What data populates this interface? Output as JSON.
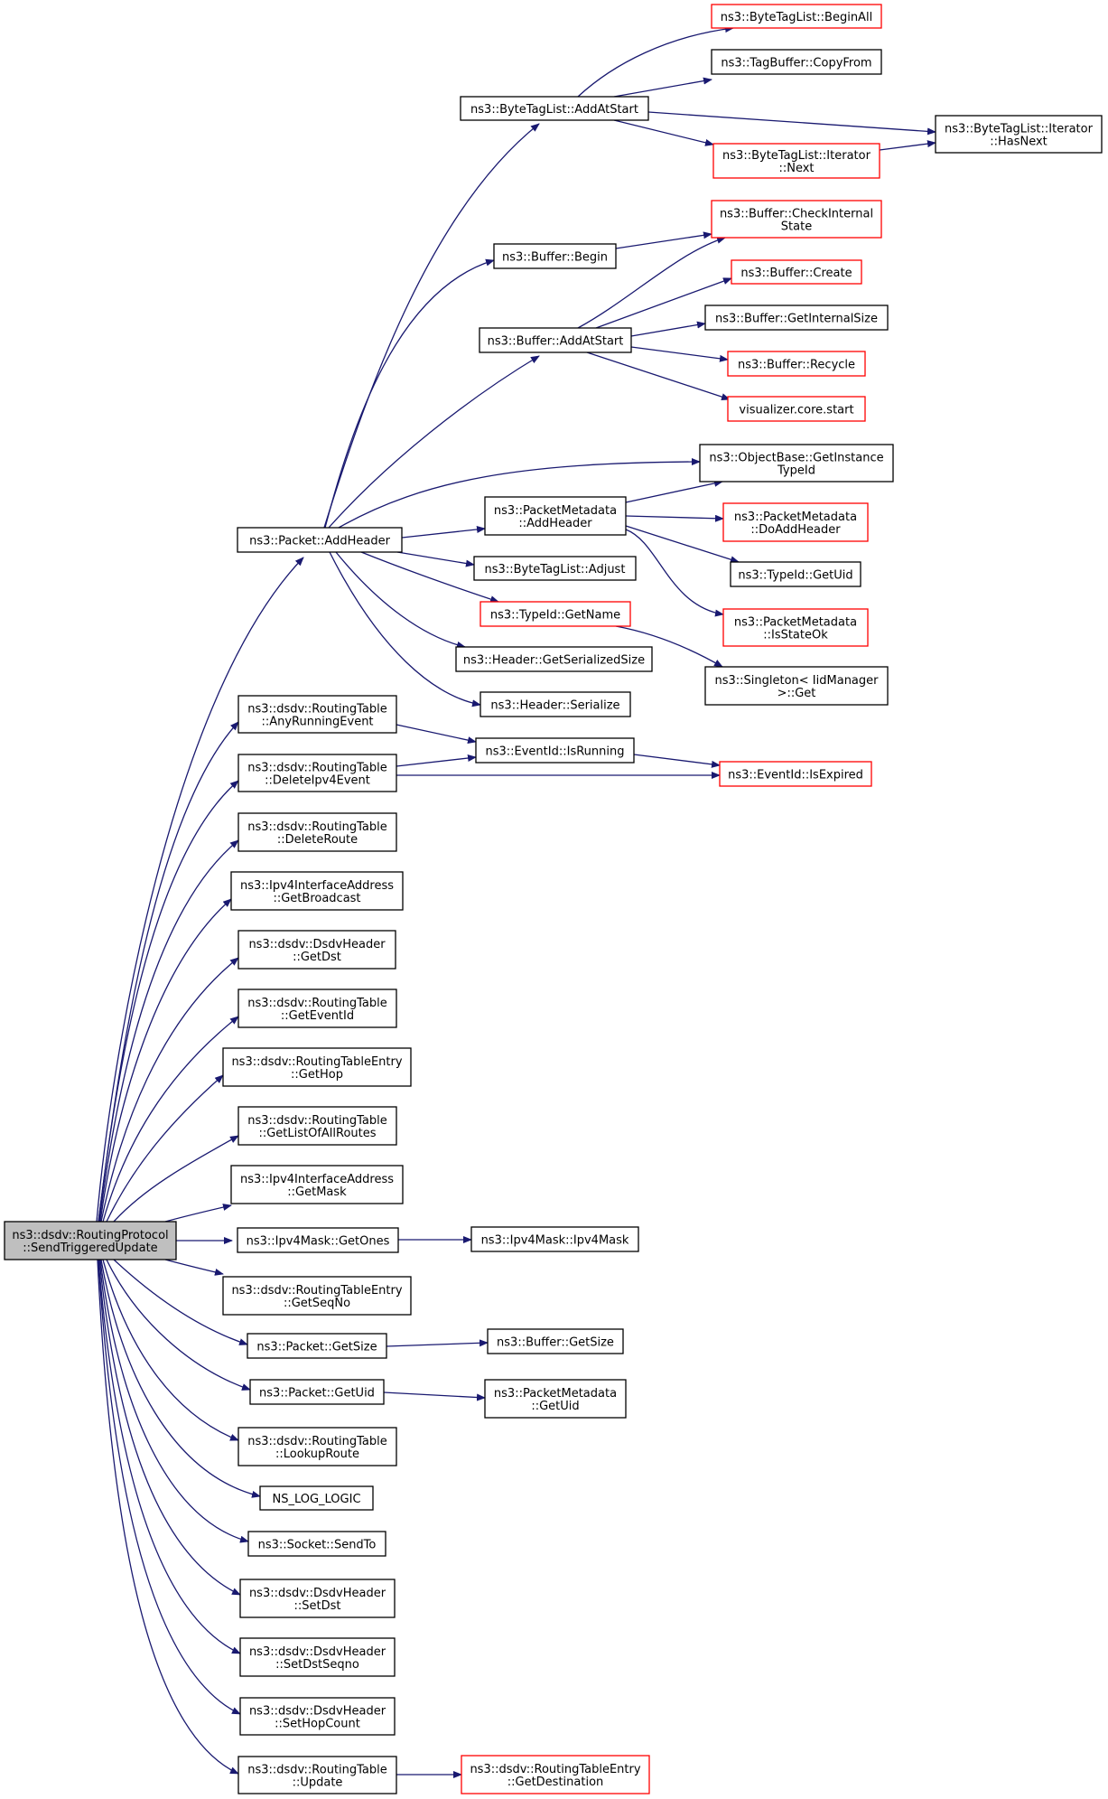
{
  "colors": {
    "edge": "#191970",
    "node_border": "#000000",
    "truncated_node_border": "#ff0000",
    "root_fill": "#bfbfbf"
  },
  "nodes": [
    {
      "id": "root",
      "lines": [
        "ns3::dsdv::RoutingProtocol",
        "::SendTriggeredUpdate"
      ],
      "kind": "root"
    },
    {
      "id": "packet-addheader",
      "lines": [
        "ns3::Packet::AddHeader"
      ],
      "kind": "normal"
    },
    {
      "id": "anyrunningevent",
      "lines": [
        "ns3::dsdv::RoutingTable",
        "::AnyRunningEvent"
      ],
      "kind": "normal"
    },
    {
      "id": "deleteipv4event",
      "lines": [
        "ns3::dsdv::RoutingTable",
        "::DeleteIpv4Event"
      ],
      "kind": "normal"
    },
    {
      "id": "deleteroute",
      "lines": [
        "ns3::dsdv::RoutingTable",
        "::DeleteRoute"
      ],
      "kind": "normal"
    },
    {
      "id": "getbroadcast",
      "lines": [
        "ns3::Ipv4InterfaceAddress",
        "::GetBroadcast"
      ],
      "kind": "normal"
    },
    {
      "id": "getdst",
      "lines": [
        "ns3::dsdv::DsdvHeader",
        "::GetDst"
      ],
      "kind": "normal"
    },
    {
      "id": "geteventid",
      "lines": [
        "ns3::dsdv::RoutingTable",
        "::GetEventId"
      ],
      "kind": "normal"
    },
    {
      "id": "gethop",
      "lines": [
        "ns3::dsdv::RoutingTableEntry",
        "::GetHop"
      ],
      "kind": "normal"
    },
    {
      "id": "getlistofallroutes",
      "lines": [
        "ns3::dsdv::RoutingTable",
        "::GetListOfAllRoutes"
      ],
      "kind": "normal"
    },
    {
      "id": "getmask",
      "lines": [
        "ns3::Ipv4InterfaceAddress",
        "::GetMask"
      ],
      "kind": "normal"
    },
    {
      "id": "getones",
      "lines": [
        "ns3::Ipv4Mask::GetOnes"
      ],
      "kind": "normal"
    },
    {
      "id": "getseqno",
      "lines": [
        "ns3::dsdv::RoutingTableEntry",
        "::GetSeqNo"
      ],
      "kind": "normal"
    },
    {
      "id": "packet-getsize",
      "lines": [
        "ns3::Packet::GetSize"
      ],
      "kind": "normal"
    },
    {
      "id": "packet-getuid",
      "lines": [
        "ns3::Packet::GetUid"
      ],
      "kind": "normal"
    },
    {
      "id": "lookuproute",
      "lines": [
        "ns3::dsdv::RoutingTable",
        "::LookupRoute"
      ],
      "kind": "normal"
    },
    {
      "id": "ns-log-logic",
      "lines": [
        "NS_LOG_LOGIC"
      ],
      "kind": "normal"
    },
    {
      "id": "socket-sendto",
      "lines": [
        "ns3::Socket::SendTo"
      ],
      "kind": "normal"
    },
    {
      "id": "setdst",
      "lines": [
        "ns3::dsdv::DsdvHeader",
        "::SetDst"
      ],
      "kind": "normal"
    },
    {
      "id": "setdstseqno",
      "lines": [
        "ns3::dsdv::DsdvHeader",
        "::SetDstSeqno"
      ],
      "kind": "normal"
    },
    {
      "id": "sethopcount",
      "lines": [
        "ns3::dsdv::DsdvHeader",
        "::SetHopCount"
      ],
      "kind": "normal"
    },
    {
      "id": "rt-update",
      "lines": [
        "ns3::dsdv::RoutingTable",
        "::Update"
      ],
      "kind": "normal"
    },
    {
      "id": "btl-addatstart",
      "lines": [
        "ns3::ByteTagList::AddAtStart"
      ],
      "kind": "normal"
    },
    {
      "id": "buffer-begin",
      "lines": [
        "ns3::Buffer::Begin"
      ],
      "kind": "normal"
    },
    {
      "id": "buffer-addatstart",
      "lines": [
        "ns3::Buffer::AddAtStart"
      ],
      "kind": "normal"
    },
    {
      "id": "pm-addheader",
      "lines": [
        "ns3::PacketMetadata",
        "::AddHeader"
      ],
      "kind": "normal"
    },
    {
      "id": "btl-adjust",
      "lines": [
        "ns3::ByteTagList::Adjust"
      ],
      "kind": "normal"
    },
    {
      "id": "typeid-getname",
      "lines": [
        "ns3::TypeId::GetName"
      ],
      "kind": "truncated"
    },
    {
      "id": "header-getserializedsize",
      "lines": [
        "ns3::Header::GetSerializedSize"
      ],
      "kind": "normal"
    },
    {
      "id": "header-serialize",
      "lines": [
        "ns3::Header::Serialize"
      ],
      "kind": "normal"
    },
    {
      "id": "eventid-isrunning",
      "lines": [
        "ns3::EventId::IsRunning"
      ],
      "kind": "normal"
    },
    {
      "id": "eventid-isexpired",
      "lines": [
        "ns3::EventId::IsExpired"
      ],
      "kind": "truncated"
    },
    {
      "id": "ipv4mask-ctor",
      "lines": [
        "ns3::Ipv4Mask::Ipv4Mask"
      ],
      "kind": "normal"
    },
    {
      "id": "buffer-getsize",
      "lines": [
        "ns3::Buffer::GetSize"
      ],
      "kind": "normal"
    },
    {
      "id": "pm-getuid",
      "lines": [
        "ns3::PacketMetadata",
        "::GetUid"
      ],
      "kind": "normal"
    },
    {
      "id": "rte-getdestination",
      "lines": [
        "ns3::dsdv::RoutingTableEntry",
        "::GetDestination"
      ],
      "kind": "truncated"
    },
    {
      "id": "btl-beginall",
      "lines": [
        "ns3::ByteTagList::BeginAll"
      ],
      "kind": "truncated"
    },
    {
      "id": "tagbuffer-copyfrom",
      "lines": [
        "ns3::TagBuffer::CopyFrom"
      ],
      "kind": "normal"
    },
    {
      "id": "btl-iterator-hasnext",
      "lines": [
        "ns3::ByteTagList::Iterator",
        "::HasNext"
      ],
      "kind": "normal"
    },
    {
      "id": "btl-iterator-next",
      "lines": [
        "ns3::ByteTagList::Iterator",
        "::Next"
      ],
      "kind": "truncated"
    },
    {
      "id": "buffer-checkinternalstate",
      "lines": [
        "ns3::Buffer::CheckInternal",
        "State"
      ],
      "kind": "truncated"
    },
    {
      "id": "buffer-create",
      "lines": [
        "ns3::Buffer::Create"
      ],
      "kind": "truncated"
    },
    {
      "id": "buffer-getinternalsize",
      "lines": [
        "ns3::Buffer::GetInternalSize"
      ],
      "kind": "normal"
    },
    {
      "id": "buffer-recycle",
      "lines": [
        "ns3::Buffer::Recycle"
      ],
      "kind": "truncated"
    },
    {
      "id": "visualizer-core-start",
      "lines": [
        "visualizer.core.start"
      ],
      "kind": "truncated"
    },
    {
      "id": "objectbase-getinstancetypeid",
      "lines": [
        "ns3::ObjectBase::GetInstance",
        "TypeId"
      ],
      "kind": "normal"
    },
    {
      "id": "pm-doaddheader",
      "lines": [
        "ns3::PacketMetadata",
        "::DoAddHeader"
      ],
      "kind": "truncated"
    },
    {
      "id": "typeid-getuid",
      "lines": [
        "ns3::TypeId::GetUid"
      ],
      "kind": "normal"
    },
    {
      "id": "pm-isstateok",
      "lines": [
        "ns3::PacketMetadata",
        "::IsStateOk"
      ],
      "kind": "truncated"
    },
    {
      "id": "singleton-get",
      "lines": [
        "ns3::Singleton< IidManager",
        " >::Get"
      ],
      "kind": "normal"
    }
  ]
}
